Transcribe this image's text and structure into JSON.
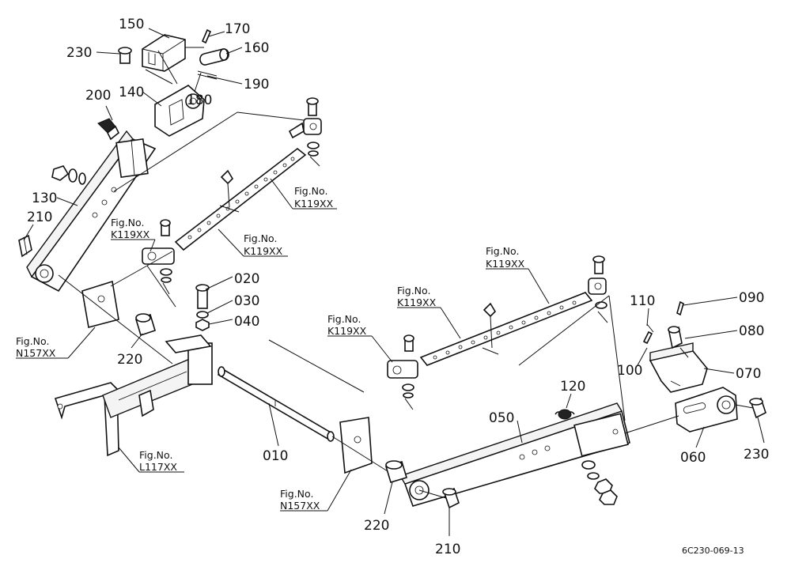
{
  "part_labels": {
    "p150": "150",
    "p170": "170",
    "p230a": "230",
    "p160": "160",
    "p140": "140",
    "p200": "200",
    "p180": "180",
    "p190": "190",
    "p130": "130",
    "p210a": "210",
    "p020": "020",
    "p030": "030",
    "p040": "040",
    "p220a": "220",
    "p010": "010",
    "p110": "110",
    "p090": "090",
    "p080": "080",
    "p100": "100",
    "p070": "070",
    "p120": "120",
    "p050": "050",
    "p060": "060",
    "p230b": "230",
    "p220b": "220",
    "p210b": "210"
  },
  "fig_refs": {
    "fig_word": "Fig.No.",
    "k119_a": "K119XX",
    "k119_b": "K119XX",
    "k119_c": "K119XX",
    "k119_d": "K119XX",
    "k119_e": "K119XX",
    "k119_f": "K119XX",
    "n157_a": "N157XX",
    "n157_b": "N157XX",
    "l117": "L117XX"
  },
  "drawing_code": "6C230-069-13"
}
